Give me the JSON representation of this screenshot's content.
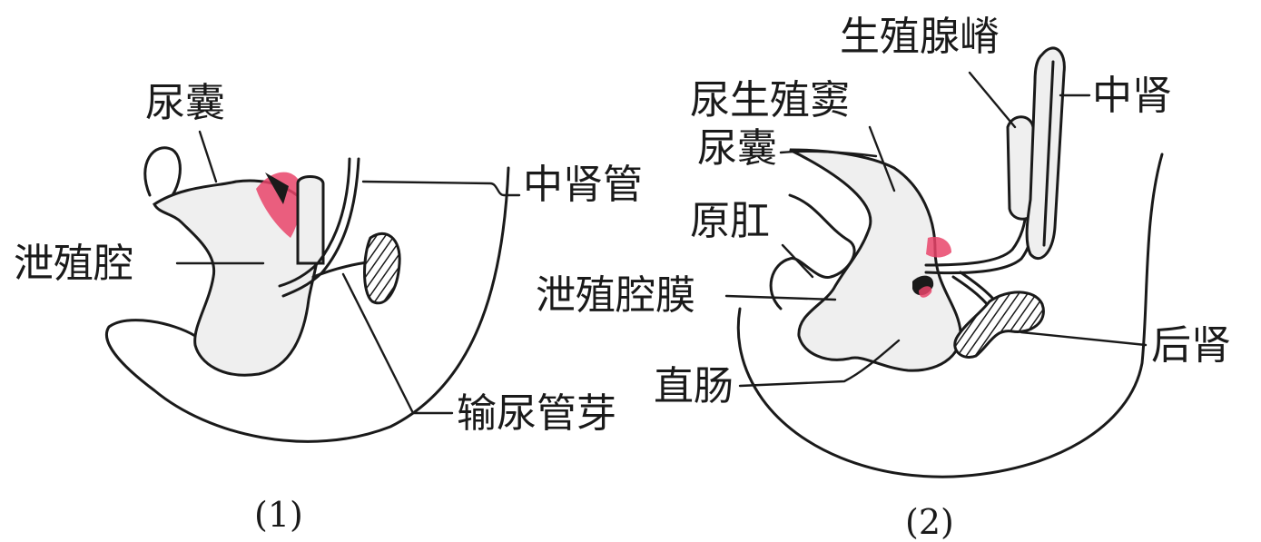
{
  "panel1": {
    "caption": "(1)",
    "labels": {
      "allantois": "尿囊",
      "cloaca": "泄殖腔",
      "mesonephric_duct": "中肾管",
      "ureteric_bud": "输尿管芽"
    }
  },
  "panel2": {
    "caption": "(2)",
    "labels": {
      "genital_ridge": "生殖腺嵴",
      "urogenital_sinus": "尿生殖窦",
      "mesonephros": "中肾",
      "allantois": "尿囊",
      "proctodeum": "原肛",
      "cloacal_membrane": "泄殖腔膜",
      "metanephros": "后肾",
      "rectum": "直肠"
    }
  },
  "colors": {
    "ink": "#1a1a1a",
    "highlight": "#e9446a",
    "organ_fill": "#efefef"
  }
}
